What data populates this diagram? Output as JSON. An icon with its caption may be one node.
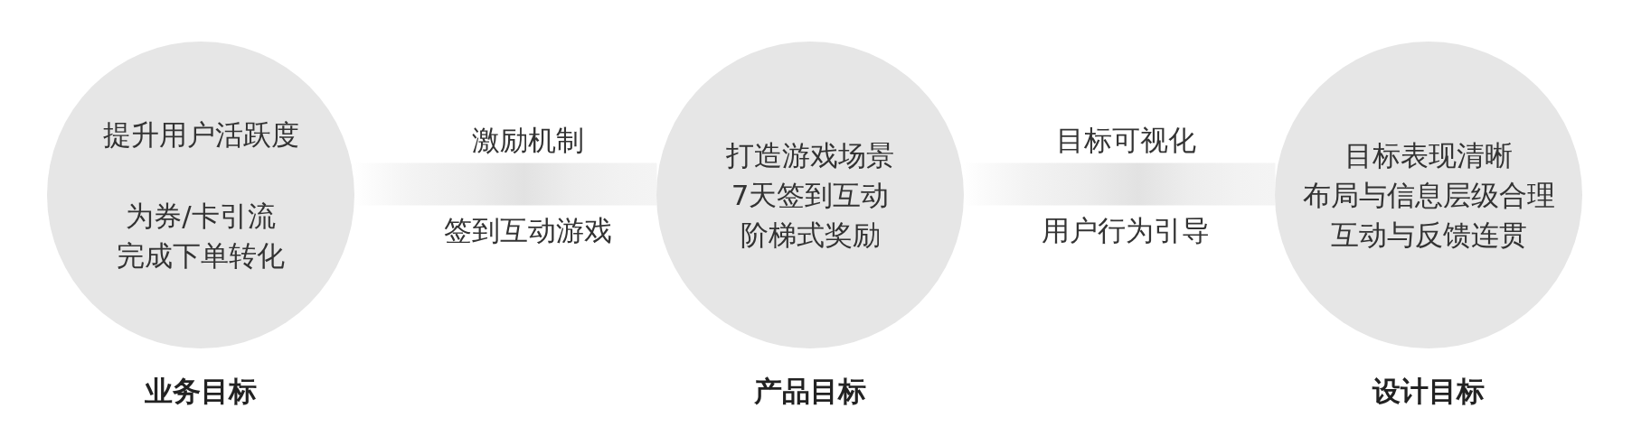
{
  "diagram": {
    "nodes": [
      {
        "text": [
          "提升用户活跃度",
          "为券/卡引流完成下单转化"
        ],
        "beside": [
          "业务目标"
        ]
      },
      {
        "text": [
          "打造游戏场景",
          "7天签到互动",
          "阶梯式奖励"
        ],
        "beside": [
          "产品目标"
        ]
      },
      {
        "text": [
          "目标表现清晰",
          "布局与信息层级合理",
          "互动与反馈连贯"
        ],
        "beside": [
          "设计目标"
        ]
      }
    ],
    "edges": [
      {
        "from": 0,
        "to": 1,
        "arrow": "none",
        "label": "激励机制"
      },
      {
        "from": 1,
        "to": 2,
        "arrow": "none",
        "label": "目标可视化"
      }
    ],
    "labels": [
      "签到互动游戏",
      "用户行为引导"
    ]
  }
}
